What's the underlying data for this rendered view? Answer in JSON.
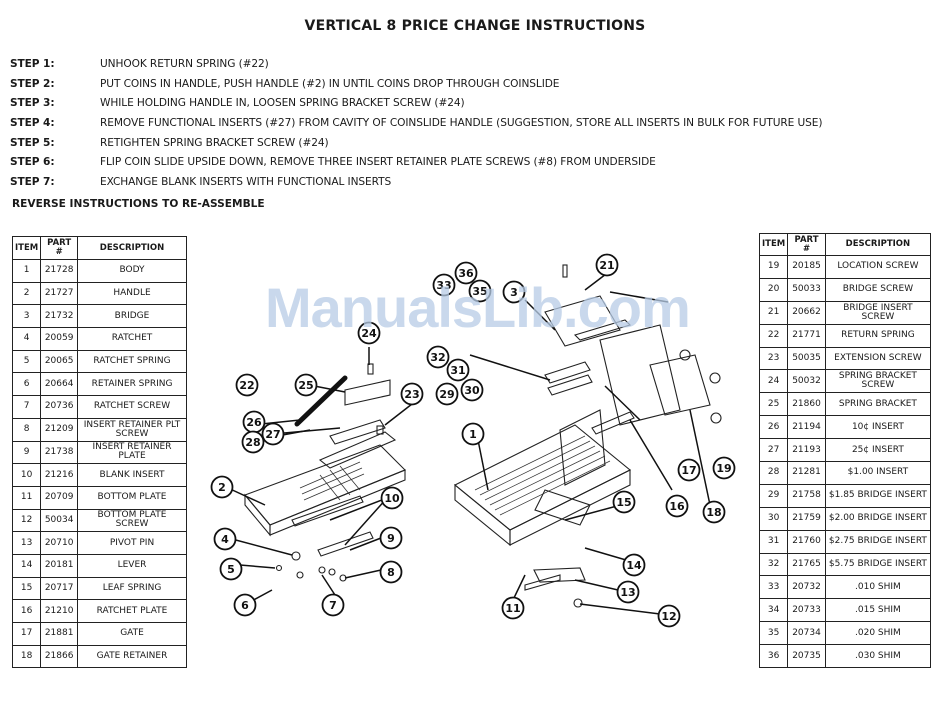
{
  "title": "VERTICAL 8 PRICE CHANGE INSTRUCTIONS",
  "steps": [
    {
      "label": "STEP 1:",
      "text": "UNHOOK RETURN SPRING (#22)"
    },
    {
      "label": "STEP 2:",
      "text": "PUT COINS IN HANDLE, PUSH HANDLE (#2) IN UNTIL COINS DROP THROUGH COINSLIDE"
    },
    {
      "label": "STEP 3:",
      "text": "WHILE HOLDING HANDLE IN, LOOSEN SPRING BRACKET SCREW (#24)"
    },
    {
      "label": "STEP 4:",
      "text": "REMOVE FUNCTIONAL INSERTS (#27) FROM CAVITY OF COINSLIDE HANDLE (SUGGESTION, STORE ALL INSERTS IN BULK FOR FUTURE USE)"
    },
    {
      "label": "STEP 5:",
      "text": "RETIGHTEN SPRING BRACKET SCREW (#24)"
    },
    {
      "label": "STEP 6:",
      "text": "FLIP COIN SLIDE UPSIDE DOWN, REMOVE THREE INSERT RETAINER PLATE SCREWS (#8) FROM UNDERSIDE"
    },
    {
      "label": "STEP 7:",
      "text": "EXCHANGE BLANK INSERTS WITH FUNCTIONAL INSERTS"
    }
  ],
  "reverse_note": "REVERSE INSTRUCTIONS TO RE-ASSEMBLE",
  "table_headers": {
    "item": "ITEM",
    "part": "PART #",
    "desc": "DESCRIPTION"
  },
  "parts_left": [
    {
      "item": "1",
      "part": "21728",
      "desc": "BODY"
    },
    {
      "item": "2",
      "part": "21727",
      "desc": "HANDLE"
    },
    {
      "item": "3",
      "part": "21732",
      "desc": "BRIDGE"
    },
    {
      "item": "4",
      "part": "20059",
      "desc": "RATCHET"
    },
    {
      "item": "5",
      "part": "20065",
      "desc": "RATCHET SPRING"
    },
    {
      "item": "6",
      "part": "20664",
      "desc": "RETAINER SPRING"
    },
    {
      "item": "7",
      "part": "20736",
      "desc": "RATCHET SCREW"
    },
    {
      "item": "8",
      "part": "21209",
      "desc": "INSERT RETAINER PLT SCREW"
    },
    {
      "item": "9",
      "part": "21738",
      "desc": "INSERT RETAINER PLATE"
    },
    {
      "item": "10",
      "part": "21216",
      "desc": "BLANK INSERT"
    },
    {
      "item": "11",
      "part": "20709",
      "desc": "BOTTOM PLATE"
    },
    {
      "item": "12",
      "part": "50034",
      "desc": "BOTTOM PLATE SCREW"
    },
    {
      "item": "13",
      "part": "20710",
      "desc": "PIVOT PIN"
    },
    {
      "item": "14",
      "part": "20181",
      "desc": "LEVER"
    },
    {
      "item": "15",
      "part": "20717",
      "desc": "LEAF SPRING"
    },
    {
      "item": "16",
      "part": "21210",
      "desc": "RATCHET PLATE"
    },
    {
      "item": "17",
      "part": "21881",
      "desc": "GATE"
    },
    {
      "item": "18",
      "part": "21866",
      "desc": "GATE RETAINER"
    }
  ],
  "parts_right": [
    {
      "item": "19",
      "part": "20185",
      "desc": "LOCATION SCREW"
    },
    {
      "item": "20",
      "part": "50033",
      "desc": "BRIDGE SCREW"
    },
    {
      "item": "21",
      "part": "20662",
      "desc": "BRIDGE INSERT SCREW"
    },
    {
      "item": "22",
      "part": "21771",
      "desc": "RETURN SPRING"
    },
    {
      "item": "23",
      "part": "50035",
      "desc": "EXTENSION SCREW"
    },
    {
      "item": "24",
      "part": "50032",
      "desc": "SPRING BRACKET SCREW"
    },
    {
      "item": "25",
      "part": "21860",
      "desc": "SPRING BRACKET"
    },
    {
      "item": "26",
      "part": "21194",
      "desc": "10¢ INSERT"
    },
    {
      "item": "27",
      "part": "21193",
      "desc": "25¢ INSERT"
    },
    {
      "item": "28",
      "part": "21281",
      "desc": "$1.00 INSERT"
    },
    {
      "item": "29",
      "part": "21758",
      "desc": "$1.85 BRIDGE INSERT"
    },
    {
      "item": "30",
      "part": "21759",
      "desc": "$2.00 BRIDGE INSERT"
    },
    {
      "item": "31",
      "part": "21760",
      "desc": "$2.75 BRIDGE INSERT"
    },
    {
      "item": "32",
      "part": "21765",
      "desc": "$5.75 BRIDGE INSERT"
    },
    {
      "item": "33",
      "part": "20732",
      "desc": ".010 SHIM"
    },
    {
      "item": "34",
      "part": "20733",
      "desc": ".015 SHIM"
    },
    {
      "item": "35",
      "part": "20734",
      "desc": ".020 SHIM"
    },
    {
      "item": "36",
      "part": "20735",
      "desc": ".030 SHIM"
    }
  ],
  "watermark": "ManualsLib.com",
  "callouts": [
    "1",
    "2",
    "3",
    "4",
    "5",
    "6",
    "7",
    "8",
    "9",
    "10",
    "11",
    "12",
    "13",
    "14",
    "15",
    "16",
    "17",
    "18",
    "19",
    "21",
    "22",
    "23",
    "24",
    "25",
    "26",
    "27",
    "28",
    "29",
    "30",
    "31",
    "32",
    "33",
    "35",
    "36"
  ]
}
